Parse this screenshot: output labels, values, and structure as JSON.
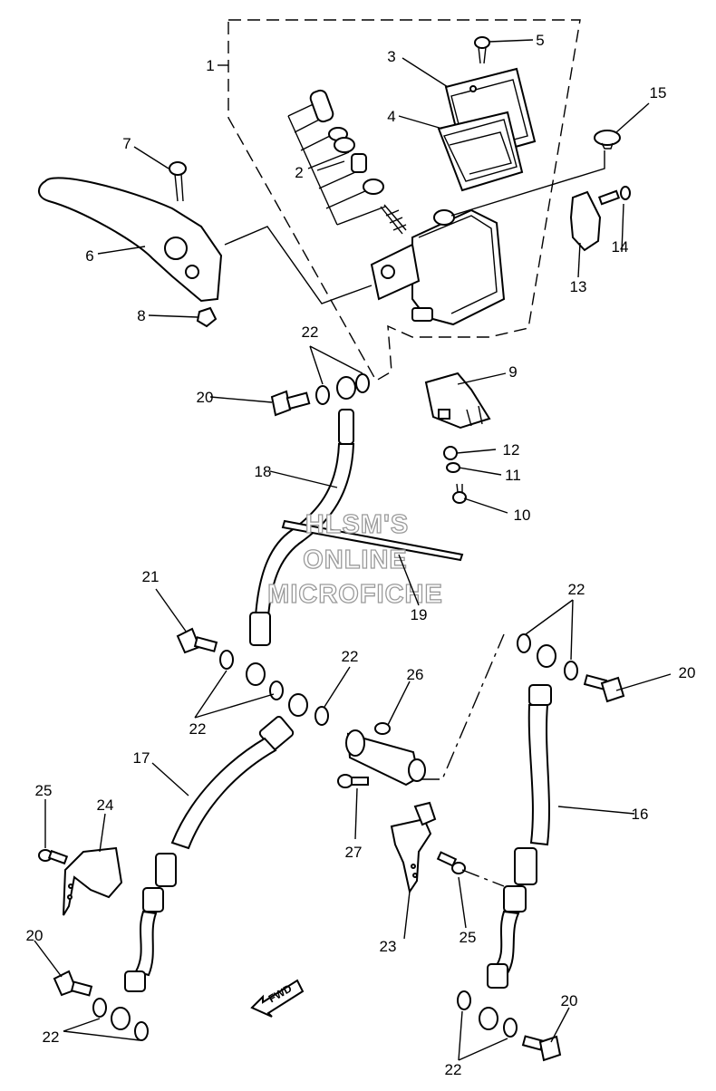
{
  "watermark": {
    "line1": "HLSM'S",
    "line2": "ONLINE",
    "line3": "MICROFICHE"
  },
  "fwd_label": "FWD",
  "callouts": [
    "1",
    "2",
    "3",
    "4",
    "5",
    "6",
    "7",
    "8",
    "9",
    "10",
    "11",
    "12",
    "13",
    "14",
    "15",
    "16",
    "17",
    "18",
    "19",
    "20",
    "21",
    "22",
    "23",
    "24",
    "25",
    "26",
    "27"
  ]
}
